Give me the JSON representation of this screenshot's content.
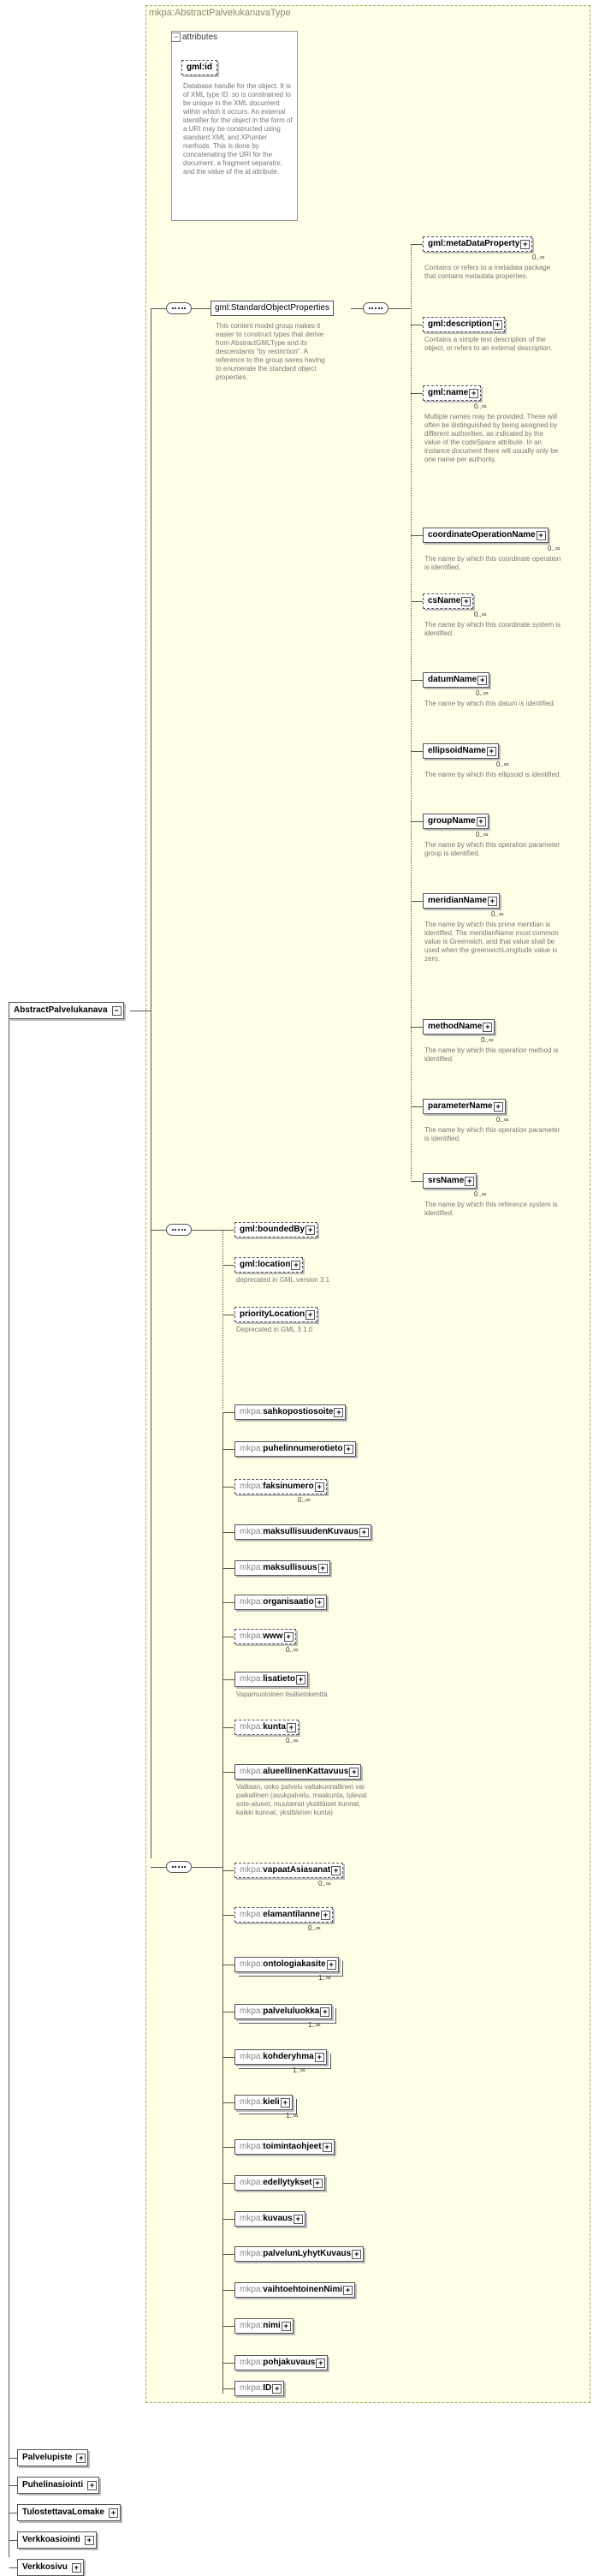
{
  "type_title": "mkpa:AbstractPalvelukanavaType",
  "root_label": "AbstractPalvelukanava",
  "attributes": {
    "header": "attributes",
    "id_label": "gml:id",
    "id_desc": "Database handle for the object.  It is of XML type ID, so is constrained to be unique in the XML document within which it occurs.  An external identifier for the object in the form of a URI may be constructed using standard XML and XPointer methods.  This is done by concatenating the URI for the document, a fragment separator, and the value of the id attribute."
  },
  "std_group": {
    "label": "gml:StandardObjectProperties",
    "desc": "This content model group makes it easier to construct types that derive from AbstractGMLType and its descendants \"by restriction\". A reference to the group saves having to enumerate the standard object properties."
  },
  "std_elements": [
    {
      "name": "gml:metaDataProperty",
      "card": "0..∞",
      "desc": "Contains or refers to a metadata package that contains metadata properties."
    },
    {
      "name": "gml:description",
      "card": "",
      "desc": "Contains a simple text description of the object, or refers to an external description."
    },
    {
      "name": "gml:name",
      "card": "0..∞",
      "desc": "Multiple names may be provided.  These will often be distinguished by being assigned by different authorities, as indicated by the value of the codeSpace attribute.  In an instance document there will usually only be one name per authority."
    },
    {
      "name": "coordinateOperationName",
      "card": "0..∞",
      "desc": "The name by which this coordinate operation is identified."
    },
    {
      "name": "csName",
      "card": "0..∞",
      "desc": "The name by which this coordinate system is identified."
    },
    {
      "name": "datumName",
      "card": "0..∞",
      "desc": "The name by which this datum is identified."
    },
    {
      "name": "ellipsoidName",
      "card": "0..∞",
      "desc": "The name by which this ellipsoid is identified."
    },
    {
      "name": "groupName",
      "card": "0..∞",
      "desc": "The name by which this operation parameter group is identified."
    },
    {
      "name": "meridianName",
      "card": "0..∞",
      "desc": "The name by which this prime meridian is identified. The meridianName most common value is Greenwich, and that value shall be used when the greenwichLongitude value is zero."
    },
    {
      "name": "methodName",
      "card": "0..∞",
      "desc": "The name by which this operation method is identified."
    },
    {
      "name": "parameterName",
      "card": "0..∞",
      "desc": "The name by which this operation parameter is identified."
    },
    {
      "name": "srsName",
      "card": "0..∞",
      "desc": "The name by which this reference system is identified."
    }
  ],
  "bound_elements": [
    {
      "name": "gml:boundedBy",
      "card": "",
      "desc": ""
    },
    {
      "name": "gml:location",
      "card": "",
      "desc": "deprecated in GML version 3.1"
    },
    {
      "name": "priorityLocation",
      "card": "",
      "desc": "Deprecated in GML 3.1.0"
    }
  ],
  "mkpa_prefix": "mkpa:",
  "mkpa_elements": [
    {
      "name": "sahkopostiosoite",
      "card": "",
      "desc": ""
    },
    {
      "name": "puhelinnumerotieto",
      "card": "",
      "desc": ""
    },
    {
      "name": "faksinumero",
      "card": "0..∞",
      "desc": ""
    },
    {
      "name": "maksullisuudenKuvaus",
      "card": "",
      "desc": ""
    },
    {
      "name": "maksullisuus",
      "card": "",
      "desc": ""
    },
    {
      "name": "organisaatio",
      "card": "",
      "desc": ""
    },
    {
      "name": "www",
      "card": "0..∞",
      "desc": ""
    },
    {
      "name": "lisatieto",
      "card": "",
      "desc": "Vapamuotoinen lisätietokenttä"
    },
    {
      "name": "kunta",
      "card": "0..∞",
      "desc": ""
    },
    {
      "name": "alueellinenKattavuus",
      "card": "",
      "desc": "Valitaan, onko palvelu valtakunnallinen vai paikallinen (asukpalvelu, maakunta, tulevat sote-alueet, muutamat yksittäiset kunnat, kaikki kunnat, yksittäinen kunta)"
    },
    {
      "name": "vapaatAsiasanat",
      "card": "0..∞",
      "desc": ""
    },
    {
      "name": "elamantilanne",
      "card": "0..∞",
      "desc": ""
    },
    {
      "name": "ontologiakasite",
      "card": "1..∞",
      "desc": ""
    },
    {
      "name": "palveluluokka",
      "card": "1..∞",
      "desc": ""
    },
    {
      "name": "kohderyhma",
      "card": "1..∞",
      "desc": ""
    },
    {
      "name": "kieli",
      "card": "1..∞",
      "desc": ""
    },
    {
      "name": "toimintaohjeet",
      "card": "",
      "desc": ""
    },
    {
      "name": "edellytykset",
      "card": "",
      "desc": ""
    },
    {
      "name": "kuvaus",
      "card": "",
      "desc": ""
    },
    {
      "name": "palvelunLyhytKuvaus",
      "card": "",
      "desc": ""
    },
    {
      "name": "vaihtoehtoinenNimi",
      "card": "",
      "desc": ""
    },
    {
      "name": "nimi",
      "card": "",
      "desc": ""
    },
    {
      "name": "pohjakuvaus",
      "card": "",
      "desc": ""
    },
    {
      "name": "ID",
      "card": "",
      "desc": ""
    }
  ],
  "subtypes": [
    "Palvelupiste",
    "Puhelinasiointi",
    "TulostettavaLomake",
    "Verkkoasiointi",
    "Verkkosivu"
  ]
}
